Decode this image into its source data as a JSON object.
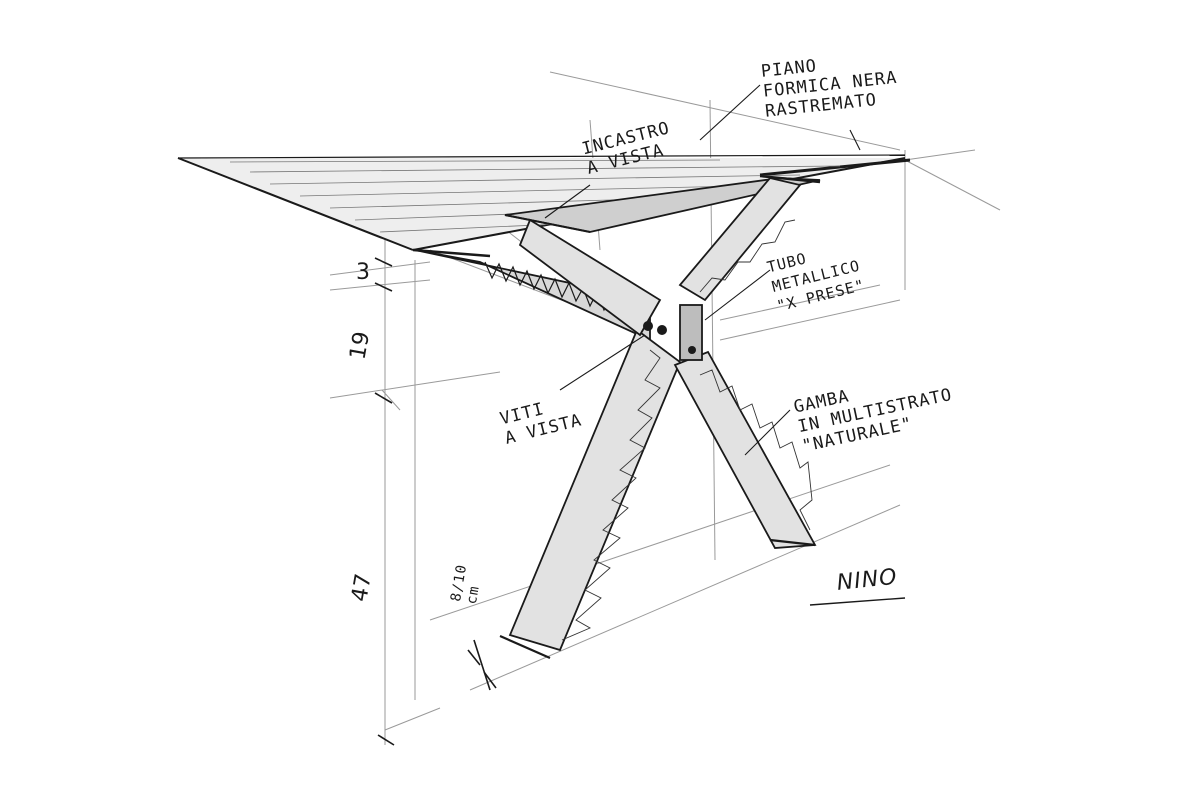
{
  "annotations": {
    "piano": [
      "PIANO",
      "FORMICA NERA",
      "RASTREMATO"
    ],
    "incastro": [
      "INCASTRO",
      "A VISTA"
    ],
    "tubo": [
      "TUBO",
      "METALLICO",
      "\"X PRESE\""
    ],
    "viti": [
      "VITI",
      "A VISTA"
    ],
    "gamba": [
      "GAMBA",
      "IN MULTISTRATO",
      "\"NATURALE\""
    ],
    "spessore": [
      "8/10",
      "cm"
    ]
  },
  "dimensions": {
    "top_thickness": "3",
    "apron_height": "19",
    "leg_height": "47"
  },
  "signature": "NINO",
  "colors": {
    "ink": "#1a1a1a",
    "paper": "#ffffff",
    "guide": "#9a9a9a"
  }
}
